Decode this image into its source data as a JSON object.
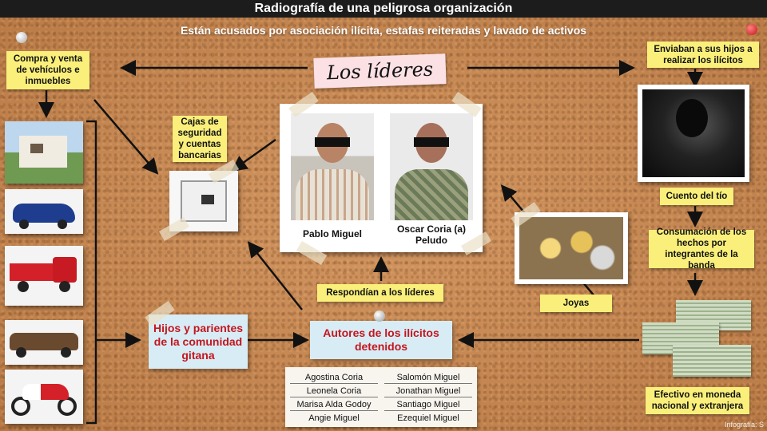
{
  "header": {
    "title": "Radiografía de una peligrosa organización",
    "subtitle": "Están acusados por asociación ilícita, estafas reiteradas y lavado de activos"
  },
  "leaders_label": "Los líderes",
  "notes": {
    "compra": "Compra y venta de vehículos e inmuebles",
    "cajas": "Cajas de seguridad y cuentas bancarias",
    "enviaban": "Enviaban a sus hijos a realizar los ilícitos",
    "cuento": "Cuento del tío",
    "consumacion": "Consumación de los hechos por integrantes de la banda",
    "respondian": "Respondían a los líderes",
    "joyas": "Joyas",
    "efectivo": "Efectivo en moneda nacional y extranjera"
  },
  "leaders": [
    {
      "name": "Pablo Miguel"
    },
    {
      "name": "Oscar Coria (a) Peludo"
    }
  ],
  "boxes": {
    "hijos": "Hijos y parientes de la comunidad gitana",
    "autores": "Autores de los ilícitos detenidos"
  },
  "detenidos": [
    "Agostina Coria",
    "Salomón Miguel",
    "Leonela Coria",
    "Jonathan Miguel",
    "Marisa Alda Godoy",
    "Santiago Miguel",
    "Angie Miguel",
    "Ezequiel Miguel"
  ],
  "credit": "Infografía: S",
  "icons": [
    "pushpin-icon",
    "house-photo",
    "car-photo",
    "truck-photo",
    "pickup-photo",
    "motorcycle-photo",
    "safe-photo",
    "jewelry-photo",
    "silhouette-photo",
    "money-photo"
  ]
}
